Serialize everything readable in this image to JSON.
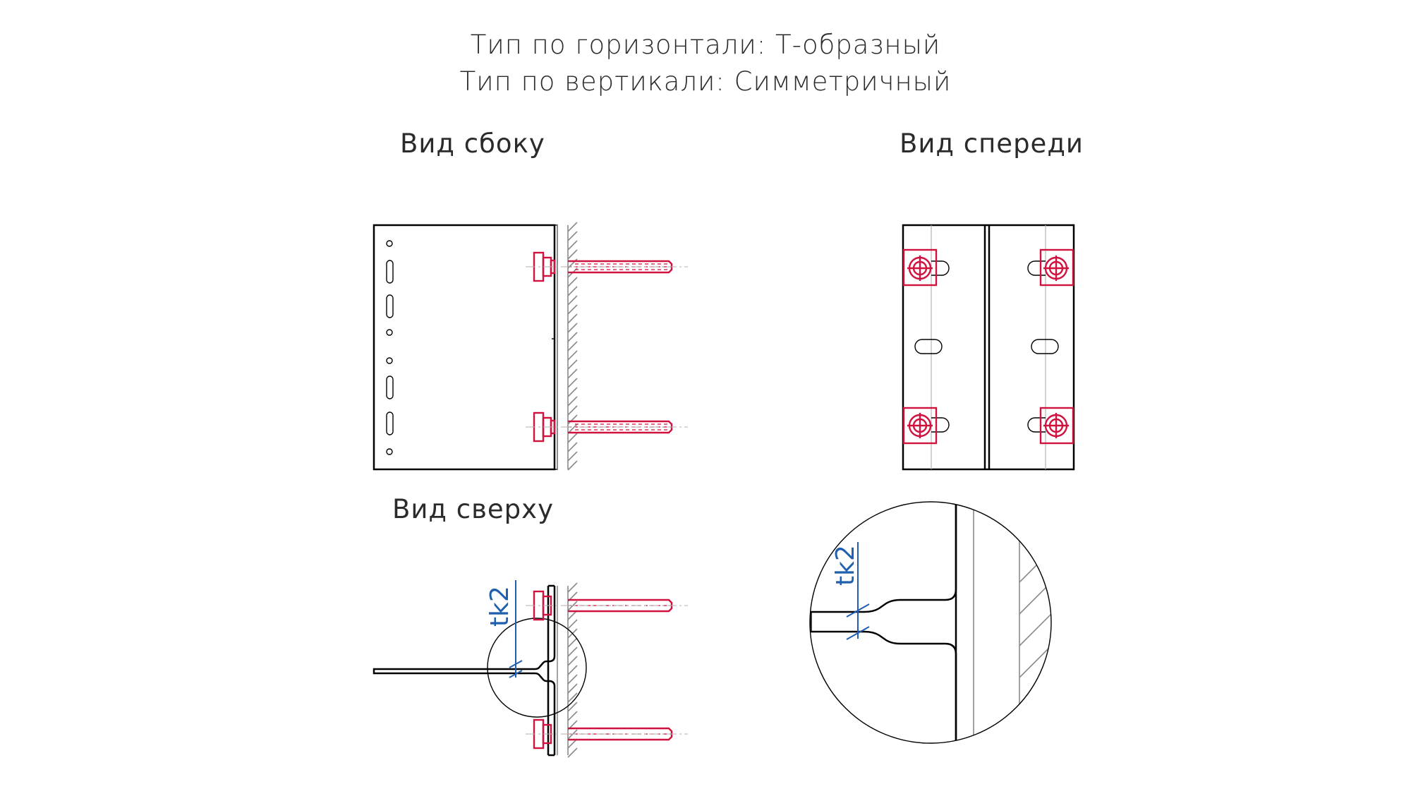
{
  "header": {
    "line1": "Тип по горизонтали: Т-образный",
    "line2": "Тип по вертикали: Симметричный"
  },
  "views": {
    "side": "Вид сбоку",
    "front": "Вид спереди",
    "top": "Вид сверху"
  },
  "dimension_label": "tk2",
  "colors": {
    "outline": "#000000",
    "fastener": "#d0123e",
    "dimension": "#1f5fae",
    "wall_hatch": "#8a8a8a"
  }
}
